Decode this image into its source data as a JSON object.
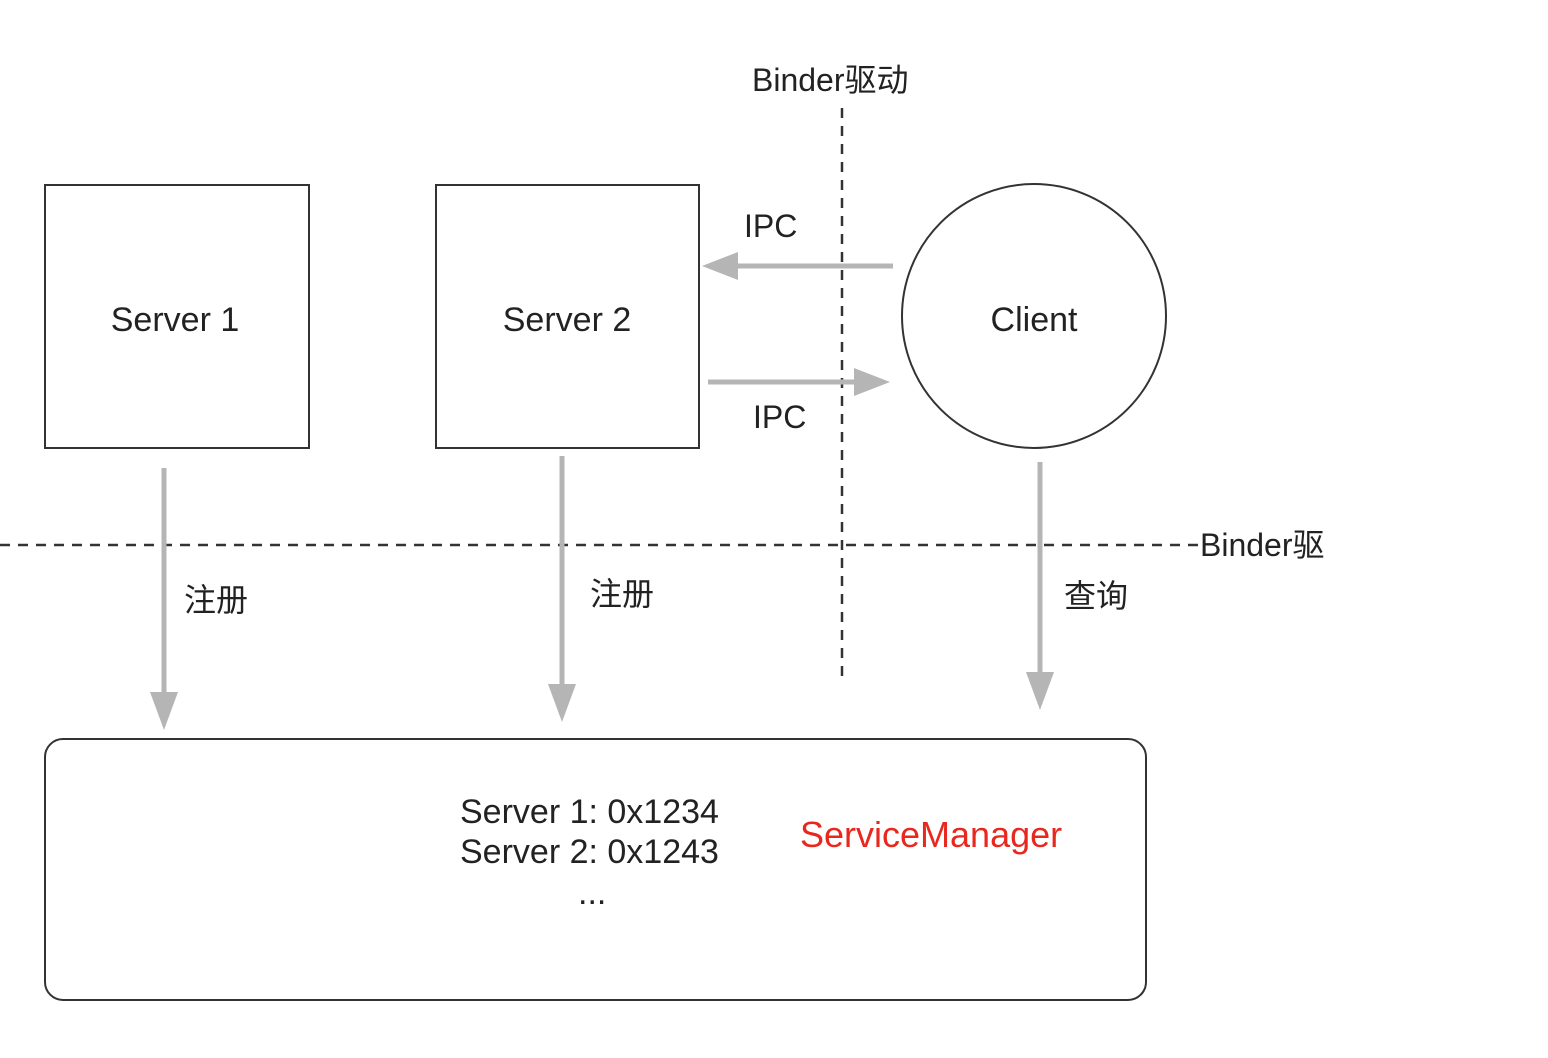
{
  "nodes": {
    "server1": {
      "label": "Server 1"
    },
    "server2": {
      "label": "Server 2"
    },
    "client": {
      "label": "Client"
    }
  },
  "boundaries": {
    "vertical_label": "Binder驱动",
    "horizontal_label": "Binder驱"
  },
  "edges": {
    "ipc_to_server": "IPC",
    "ipc_to_client": "IPC",
    "register_1": "注册",
    "register_2": "注册",
    "query": "查询"
  },
  "service_manager": {
    "name": "ServiceManager",
    "entries": [
      "Server 1: 0x1234",
      "Server 2: 0x1243",
      "..."
    ]
  },
  "colors": {
    "stroke": "#333333",
    "arrow": "#b5b5b5",
    "dash": "#333333",
    "accent": "#e8281e"
  }
}
